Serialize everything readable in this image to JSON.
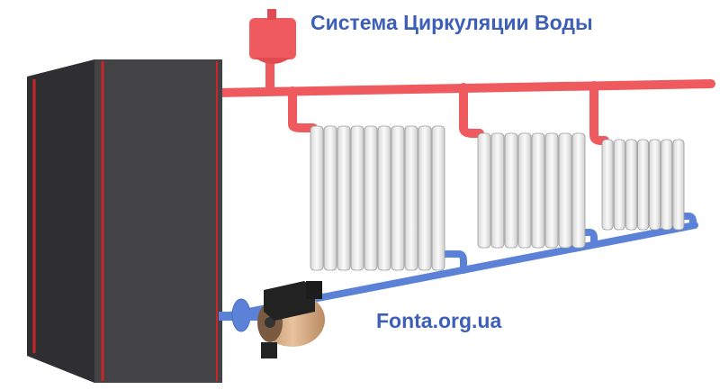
{
  "title": "Система Циркуляции Воды",
  "website": "Fonta.org.ua",
  "colors": {
    "hot_pipe": "#ef5a5f",
    "return_pipe": "#5b82d6",
    "boiler": "#3c3c3e",
    "text": "#3d5fb8"
  },
  "components": [
    "boiler",
    "expansion-tank",
    "supply-pipe",
    "radiator",
    "radiator",
    "radiator",
    "return-pipe",
    "circulation-pump"
  ]
}
